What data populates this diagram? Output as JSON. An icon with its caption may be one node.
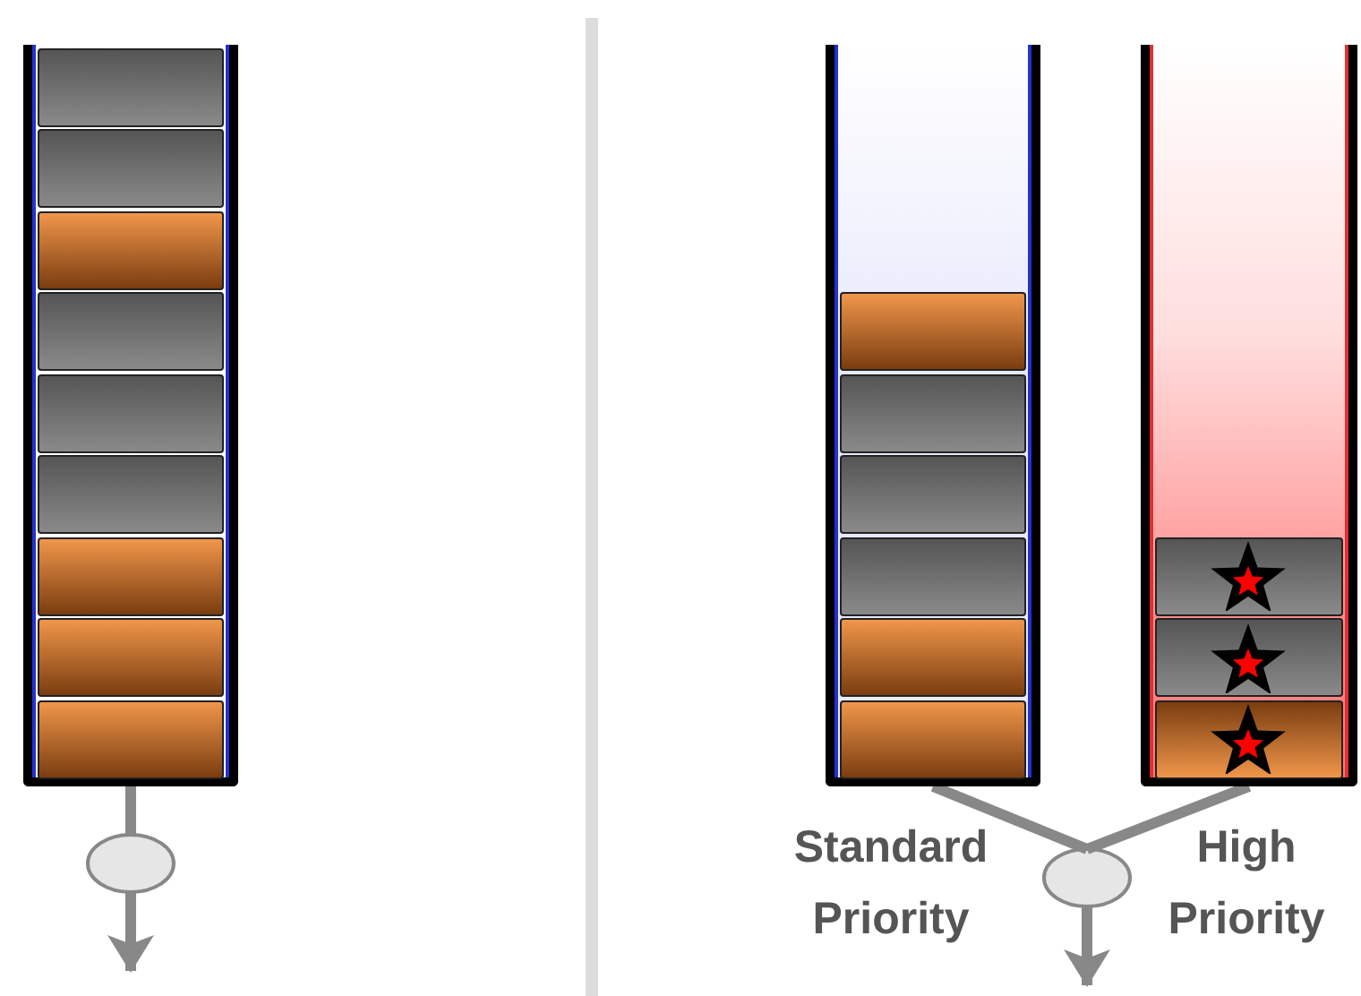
{
  "diagram": {
    "nodes": [
      {
        "text": [],
        "shape": "box"
      },
      {
        "text": [],
        "shape": "box",
        "in": 0
      },
      {
        "text": [],
        "shape": "box",
        "in": 0
      },
      {
        "text": [],
        "shape": "box",
        "in": 0
      },
      {
        "text": [],
        "shape": "box",
        "in": 0
      },
      {
        "text": [],
        "shape": "box",
        "in": 0
      },
      {
        "text": [],
        "shape": "box",
        "in": 0
      },
      {
        "text": [],
        "shape": "box",
        "in": 0
      },
      {
        "text": [],
        "shape": "box",
        "in": 0
      },
      {
        "text": [],
        "shape": "box",
        "in": 0
      },
      {
        "text": [],
        "shape": "circle"
      },
      {
        "text": [],
        "shape": "box"
      },
      {
        "text": [],
        "shape": "box",
        "in": 11
      },
      {
        "text": [],
        "shape": "box",
        "in": 11
      },
      {
        "text": [],
        "shape": "box",
        "in": 11
      },
      {
        "text": [],
        "shape": "box",
        "in": 11
      },
      {
        "text": [],
        "shape": "box",
        "in": 11
      },
      {
        "text": [],
        "shape": "box",
        "in": 11
      },
      {
        "text": [],
        "shape": "box"
      },
      {
        "text": [],
        "shape": "box",
        "in": 18
      },
      {
        "text": [],
        "shape": "box",
        "in": 18
      },
      {
        "text": [],
        "shape": "box",
        "in": 18
      },
      {
        "text": [],
        "shape": "circle"
      }
    ],
    "edges": [
      {
        "from": 0,
        "to": 10,
        "arrow": "none"
      },
      {
        "from": 10,
        "to": null,
        "arrow": "to"
      },
      {
        "from": 11,
        "to": 22,
        "arrow": "none"
      },
      {
        "from": 18,
        "to": 22,
        "arrow": "none"
      },
      {
        "from": 22,
        "to": null,
        "arrow": "to"
      }
    ],
    "labels": [
      "Standard Priority",
      "High Priority"
    ]
  }
}
